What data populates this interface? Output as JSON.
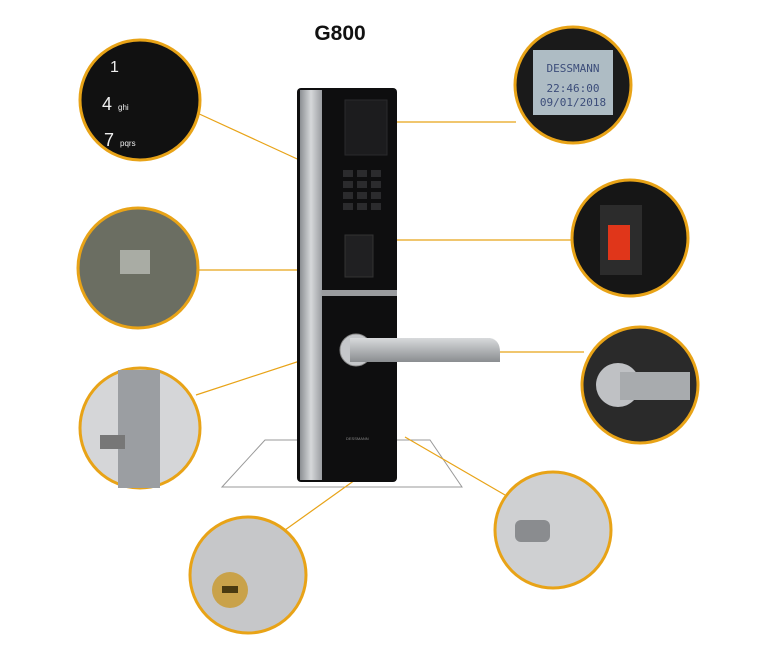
{
  "title": "G800",
  "brand": "DESSMANN",
  "lcd": {
    "brand": "DESSMANN",
    "time": "22:46:00",
    "date": "09/01/2018"
  },
  "keypad_detail": [
    {
      "digit": "1",
      "letters": ""
    },
    {
      "digit": "4",
      "letters": "ghi"
    },
    {
      "digit": "7",
      "letters": "pqrs"
    }
  ],
  "colors": {
    "accent": "#e8a317",
    "lock_body": "#111111",
    "silver": "#b9bcc0"
  }
}
